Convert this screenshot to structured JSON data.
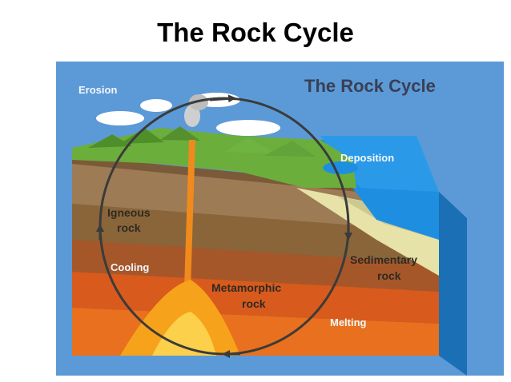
{
  "slide": {
    "title": "The Rock Cycle"
  },
  "diagram": {
    "title": "The Rock Cycle",
    "labels": {
      "erosion": "Erosion",
      "deposition": "Deposition",
      "igneous_line1": "Igneous",
      "igneous_line2": "rock",
      "cooling": "Cooling",
      "sedimentary_line1": "Sedimentary",
      "sedimentary_line2": "rock",
      "metamorphic_line1": "Metamorphic",
      "metamorphic_line2": "rock",
      "melting": "Melting"
    },
    "colors": {
      "sky": "#5b9ad6",
      "ocean": "#1e8fe0",
      "grass": "#6cae3c",
      "sediment": "#e6e2a8",
      "rock_brown": "#a0763f",
      "magma": "#f7a21b",
      "mantle": "#e86a1c",
      "cycle_arrow": "#3b3b3b"
    },
    "cycle_direction": "clockwise"
  }
}
